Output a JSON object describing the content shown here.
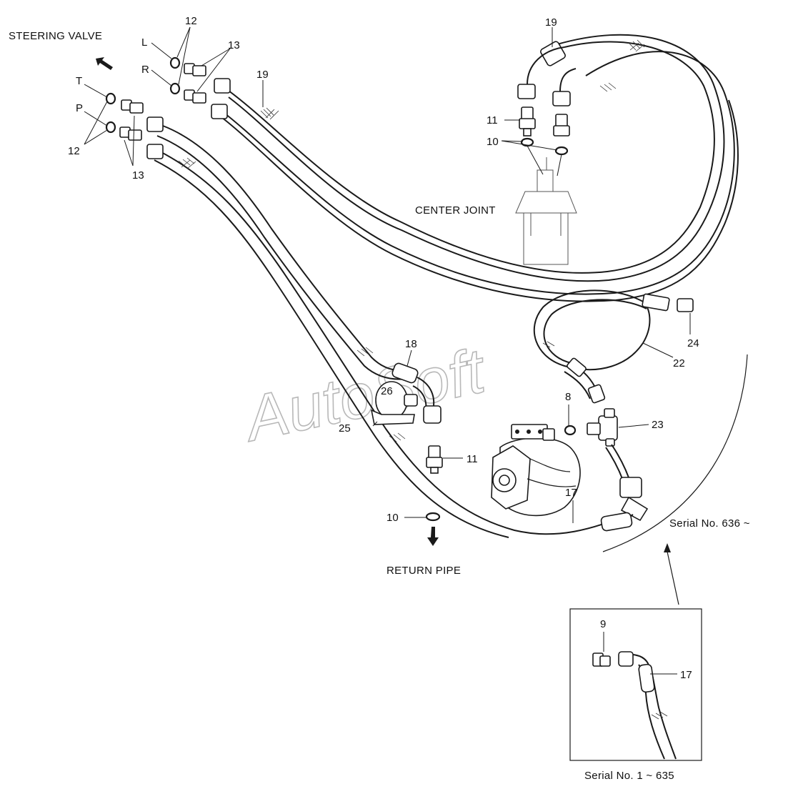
{
  "watermark": "AutoSoft",
  "captions": {
    "steering_valve": "STEERING VALVE",
    "center_joint": "CENTER JOINT",
    "return_pipe": "RETURN PIPE",
    "serial_new": "Serial No. 636 ~",
    "serial_old": "Serial No. 1 ~ 635"
  },
  "port_letters": {
    "L": "L",
    "R": "R",
    "T": "T",
    "P": "P"
  },
  "callouts": {
    "c12_top": "12",
    "c13_top": "13",
    "c12_bottom": "12",
    "c13_bottom": "13",
    "c19_left": "19",
    "c19_top": "19",
    "c11_top": "11",
    "c10_top": "10",
    "c24": "24",
    "c22": "22",
    "c18": "18",
    "c26": "26",
    "c25": "25",
    "c8": "8",
    "c23": "23",
    "c11_bottom": "11",
    "c17": "17",
    "c10_bottom": "10",
    "c9_inset": "9",
    "c17_inset": "17"
  },
  "icons": {
    "direction_arrow": "arrow-icon"
  }
}
